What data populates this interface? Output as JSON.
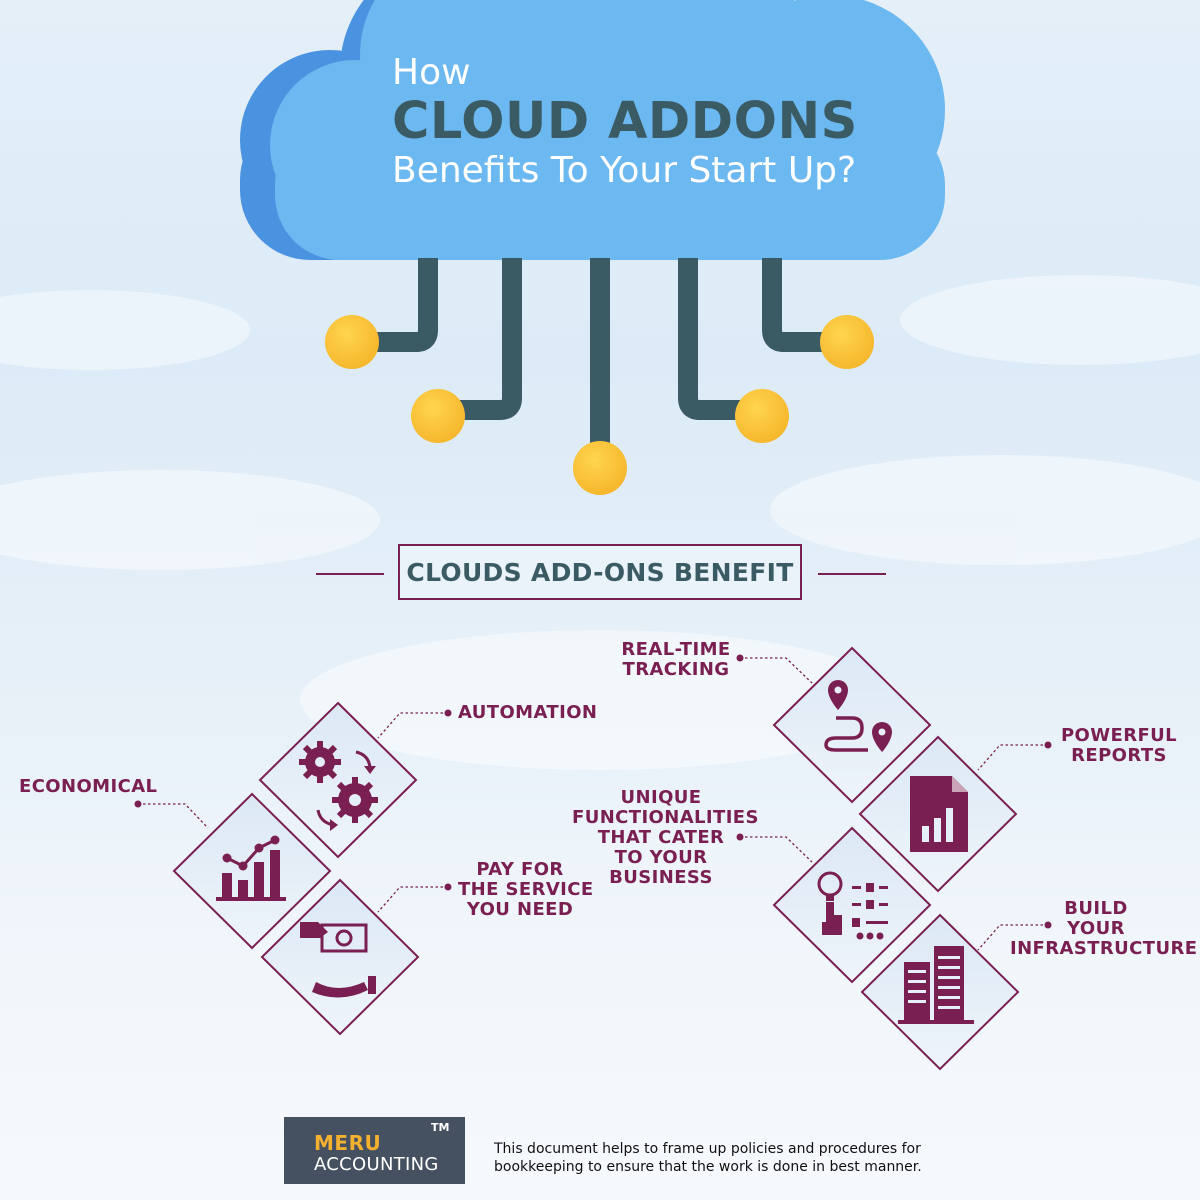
{
  "hero": {
    "line1": "How",
    "line2": "CLOUD ADDONS",
    "line3": "Benefits To Your Start Up?"
  },
  "section": {
    "title": "CLOUDS ADD-ONS BENEFIT"
  },
  "benefits": {
    "automation": "AUTOMATION",
    "economical": "ECONOMICAL",
    "pay_line1": "PAY FOR",
    "pay_line2": "THE SERVICE",
    "pay_line3": "YOU NEED",
    "tracking_line1": "REAL-TIME",
    "tracking_line2": "TRACKING",
    "reports_line1": "POWERFUL",
    "reports_line2": "REPORTS",
    "unique_line1": "UNIQUE",
    "unique_line2": "FUNCTIONALITIES",
    "unique_line3": "THAT CATER",
    "unique_line4": "TO YOUR",
    "unique_line5": "BUSINESS",
    "infra_line1": "BUILD",
    "infra_line2": "YOUR",
    "infra_line3": "INFRASTRUCTURE"
  },
  "footer": {
    "logo_line1": "MERU",
    "logo_line2": "ACCOUNTING",
    "trademark": "TM",
    "note": "This document helps to frame up policies and procedures for bookkeeping to ensure that the work is done in best manner."
  },
  "colors": {
    "cloud": "#6cb8f0",
    "cloud_shadow": "#4a93e0",
    "connector": "#3b5b64",
    "node": "#fbc02d",
    "accent": "#7a1f52"
  },
  "icons": {
    "automation": "gears-icon",
    "economical": "bar-chart-icon",
    "pay": "money-hand-icon",
    "tracking": "map-route-icon",
    "reports": "report-document-icon",
    "unique": "bulb-touch-icon",
    "infra": "buildings-icon"
  }
}
